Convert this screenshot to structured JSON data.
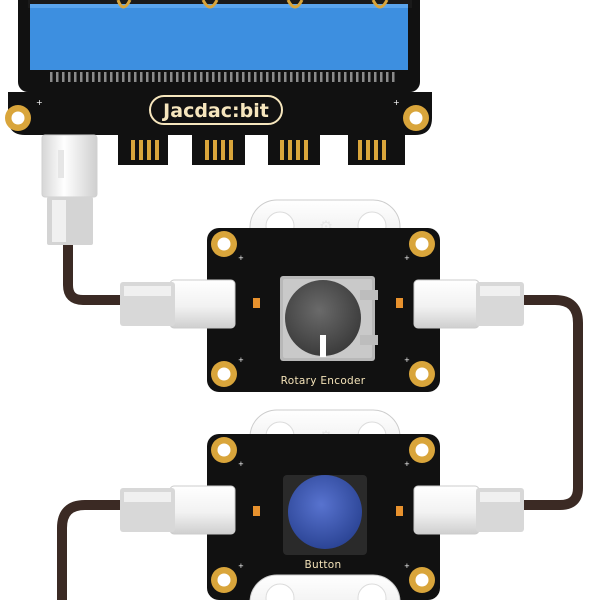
{
  "diagram": {
    "brand_label": "Jacdac:bit",
    "modules": [
      {
        "label": "Rotary Encoder"
      },
      {
        "label": "Button"
      }
    ]
  },
  "colors": {
    "pcb": "#111111",
    "gold": "#d9a53b",
    "display_blue": "#3d8fe0",
    "cable": "#3b2a24",
    "connector": "#ffffff",
    "button_cap": "#3d57b5",
    "encoder_knob": "#555555"
  }
}
